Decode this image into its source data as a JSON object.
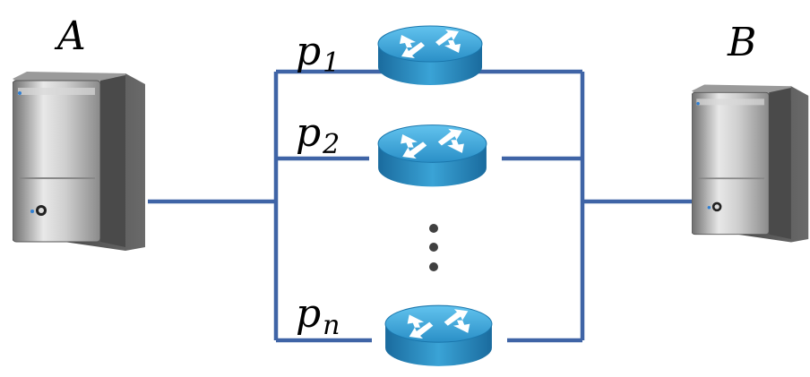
{
  "nodes": {
    "host_a": {
      "label": "A"
    },
    "host_b": {
      "label": "B"
    }
  },
  "paths": [
    {
      "var": "p",
      "sub": "1"
    },
    {
      "var": "p",
      "sub": "2"
    },
    {
      "var": "p",
      "sub": "n"
    }
  ],
  "colors": {
    "link": "#3f64a6",
    "router_top": "#3aa6d8",
    "router_side": "#1c6fa4",
    "router_arrows": "#ffffff"
  },
  "icons": [
    "server-icon",
    "router-icon",
    "vertical-ellipsis-icon"
  ]
}
